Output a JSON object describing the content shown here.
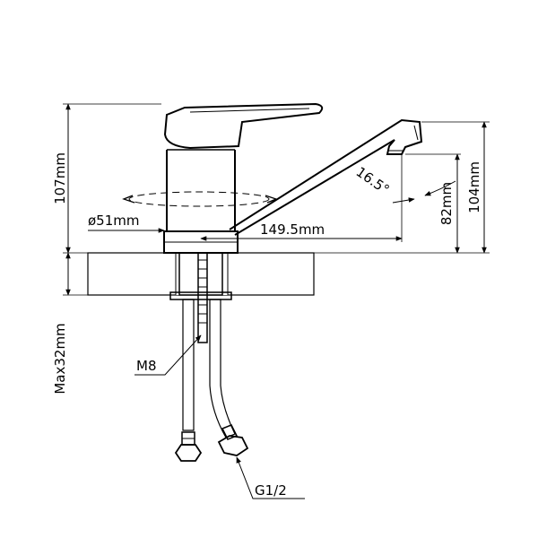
{
  "dimensions": {
    "height_body": "107mm",
    "diameter_base": "ø51mm",
    "spout_reach": "149.5mm",
    "spout_angle": "16.5°",
    "outlet_height": "82mm",
    "spout_height": "104mm",
    "max_counter_thickness": "Max32mm"
  },
  "labels": {
    "thread_stud": "M8",
    "hose_thread": "G1/2"
  }
}
